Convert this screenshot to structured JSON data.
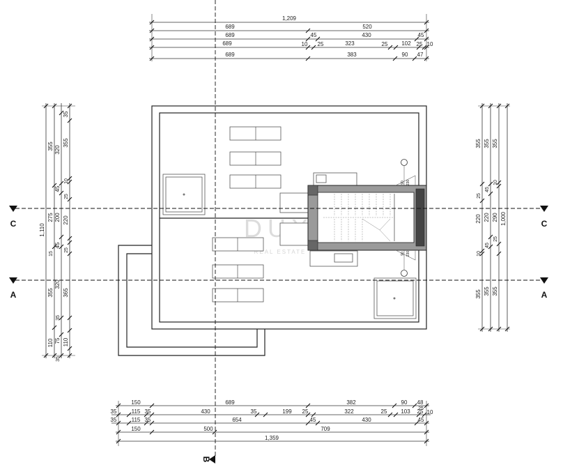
{
  "watermark": {
    "logo": "DUX",
    "tagline": "REAL ESTATE"
  },
  "section_labels": {
    "a": "A",
    "b": "B",
    "c": "C"
  },
  "top_dimensions": {
    "row1": [
      "1,209"
    ],
    "row2": [
      "689",
      "520"
    ],
    "row3": [
      "689",
      "45",
      "430",
      "45"
    ],
    "row4": [
      "689",
      "10",
      "25",
      "323",
      "25",
      "102",
      "25",
      "10"
    ],
    "row5": [
      "689",
      "383",
      "90",
      "47"
    ]
  },
  "bottom_dimensions": {
    "row1": [
      "150",
      "689",
      "382",
      "90",
      "48"
    ],
    "row1b": [
      "25"
    ],
    "row2": [
      "35",
      "115",
      "35",
      "430",
      "35",
      "199",
      "25",
      "322",
      "25",
      "103",
      "25",
      "10"
    ],
    "row3": [
      "35",
      "115",
      "35",
      "654",
      "45",
      "430",
      "45"
    ],
    "row4": [
      "150",
      "500",
      "709"
    ],
    "row5": [
      "1,359"
    ]
  },
  "left_dimensions": {
    "col1": [
      "1,110"
    ],
    "col2": [
      "355",
      "275",
      "355",
      "110"
    ],
    "col3": [
      "320",
      "45",
      "200",
      "45",
      "320",
      "75"
    ],
    "col4": [
      "35",
      "355",
      "10",
      "25",
      "220",
      "25",
      "15",
      "365",
      "35",
      "110",
      "35"
    ]
  },
  "right_dimensions": {
    "col1": [
      "355",
      "25",
      "220",
      "10",
      "355"
    ],
    "col2": [
      "355",
      "45",
      "220",
      "45",
      "355"
    ],
    "col3": [
      "355",
      "10",
      "290",
      "25",
      "355"
    ],
    "col4": [
      "1,000"
    ]
  },
  "stair_labels": [
    "90",
    "230",
    "230",
    "90"
  ]
}
